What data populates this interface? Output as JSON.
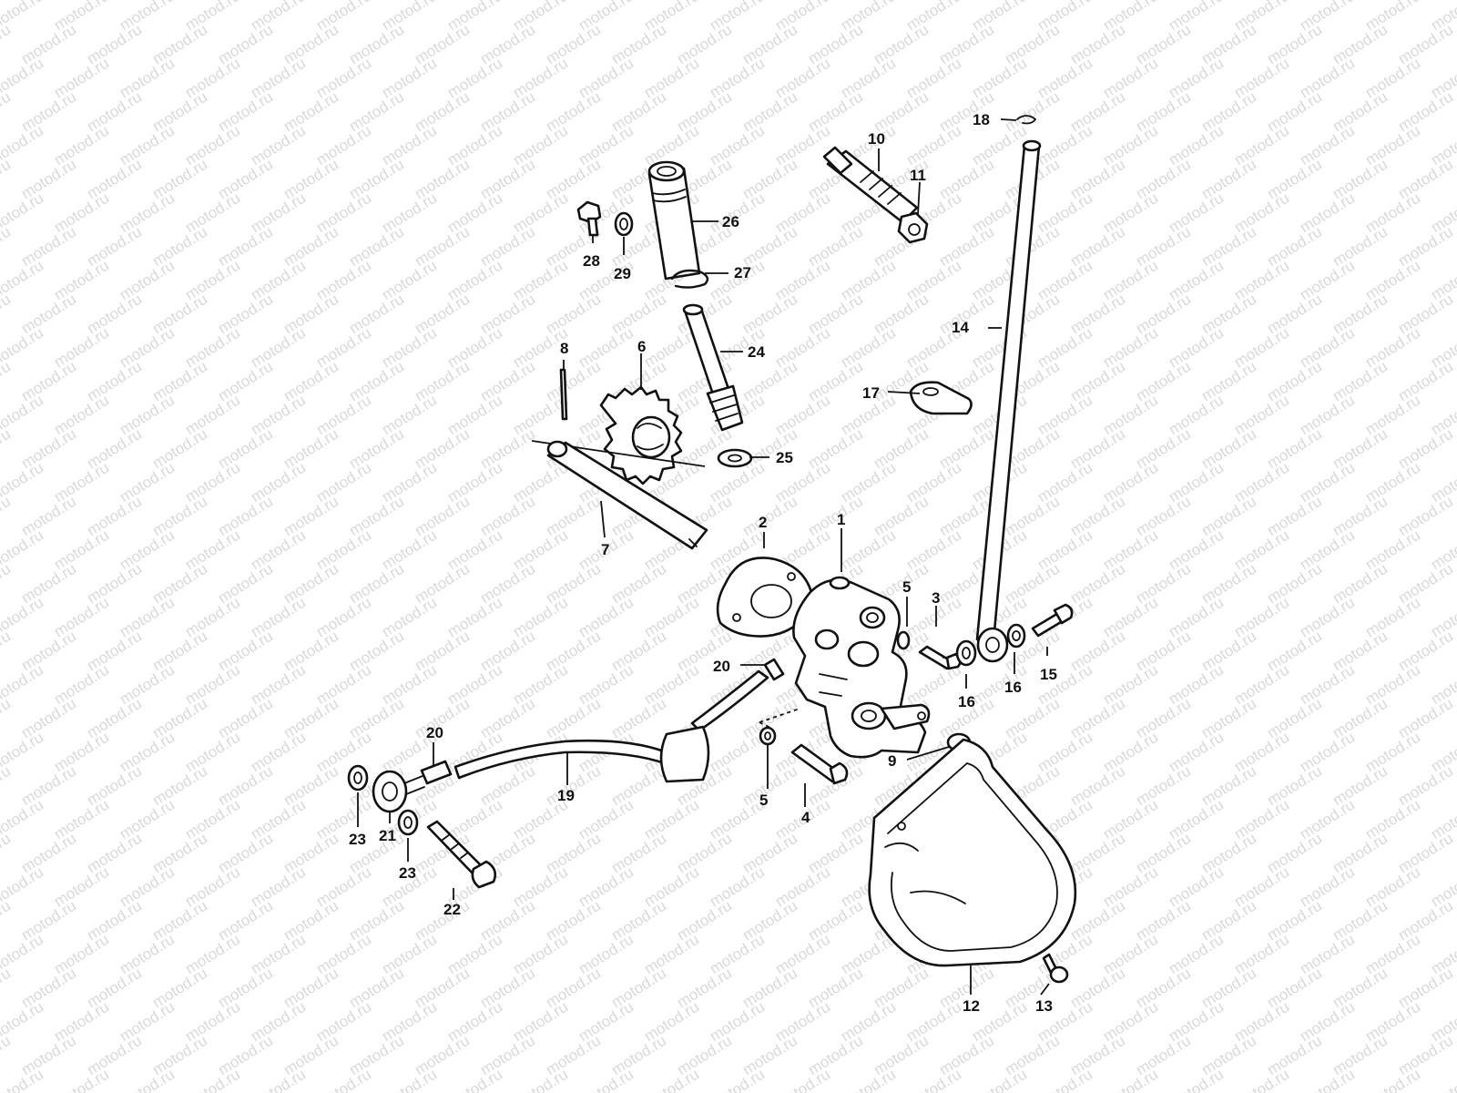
{
  "watermark": "motod.ru",
  "labels": {
    "l1": "1",
    "l2": "2",
    "l3": "3",
    "l4": "4",
    "l5a": "5",
    "l5b": "5",
    "l6": "6",
    "l7": "7",
    "l8": "8",
    "l9": "9",
    "l10": "10",
    "l11": "11",
    "l12": "12",
    "l13": "13",
    "l14": "14",
    "l15": "15",
    "l16a": "16",
    "l16b": "16",
    "l17": "17",
    "l18": "18",
    "l19": "19",
    "l20a": "20",
    "l20b": "20",
    "l21": "21",
    "l22": "22",
    "l23a": "23",
    "l23b": "23",
    "l24": "24",
    "l25": "25",
    "l26": "26",
    "l27": "27",
    "l28": "28",
    "l29": "29"
  }
}
